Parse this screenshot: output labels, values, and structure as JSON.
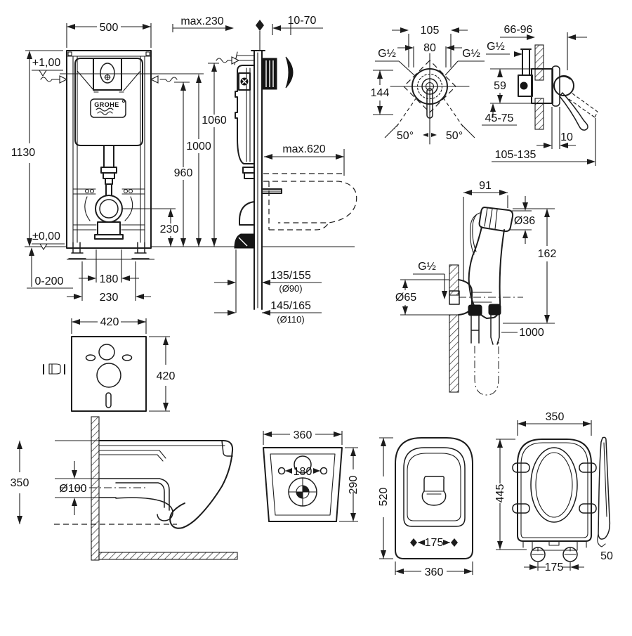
{
  "brand": {
    "logo": "GROHE"
  },
  "views": {
    "frame_front": {
      "width": "500",
      "height": "1130",
      "level_plus": "+1,00",
      "level_zero": "±0,00",
      "feet_range": "0-200",
      "outlet_spacing": "180",
      "bolt_spacing": "230",
      "outlet_height": "230"
    },
    "frame_side": {
      "install_depth": "max.230",
      "plate_depth": "10-70",
      "h1060": "1060",
      "h1000": "1000",
      "h960": "960",
      "bowl_depth": "max.620",
      "drain_a": "135/155",
      "drain_a_dia": "(Ø90)",
      "drain_b": "145/165",
      "drain_b_dia": "(Ø110)"
    },
    "mixer_front": {
      "w105": "105",
      "w80": "80",
      "thread_left": "G½",
      "thread_right": "G½",
      "h144": "144",
      "angle_left": "50°",
      "angle_right": "50°"
    },
    "mixer_side": {
      "depth_range": "66-96",
      "thread": "G½",
      "h59": "59",
      "wall_range": "45-75",
      "plate_t": "10",
      "total_range": "105-135"
    },
    "sprayer": {
      "w91": "91",
      "nozzle_dia": "Ø36",
      "len162": "162",
      "thread": "G½",
      "flange_dia": "Ø65",
      "hose_len": "1000"
    },
    "gasket": {
      "w": "420",
      "h": "420"
    },
    "bowl_side": {
      "h": "350",
      "drain_dia": "Ø100"
    },
    "bowl_back": {
      "w": "360",
      "h": "290",
      "hole_spacing": "180"
    },
    "bowl_top": {
      "len": "520",
      "mount_spacing": "175",
      "w": "360"
    },
    "seat": {
      "w": "350",
      "d": "445",
      "hinge_spacing": "175",
      "thickness": "50"
    }
  }
}
